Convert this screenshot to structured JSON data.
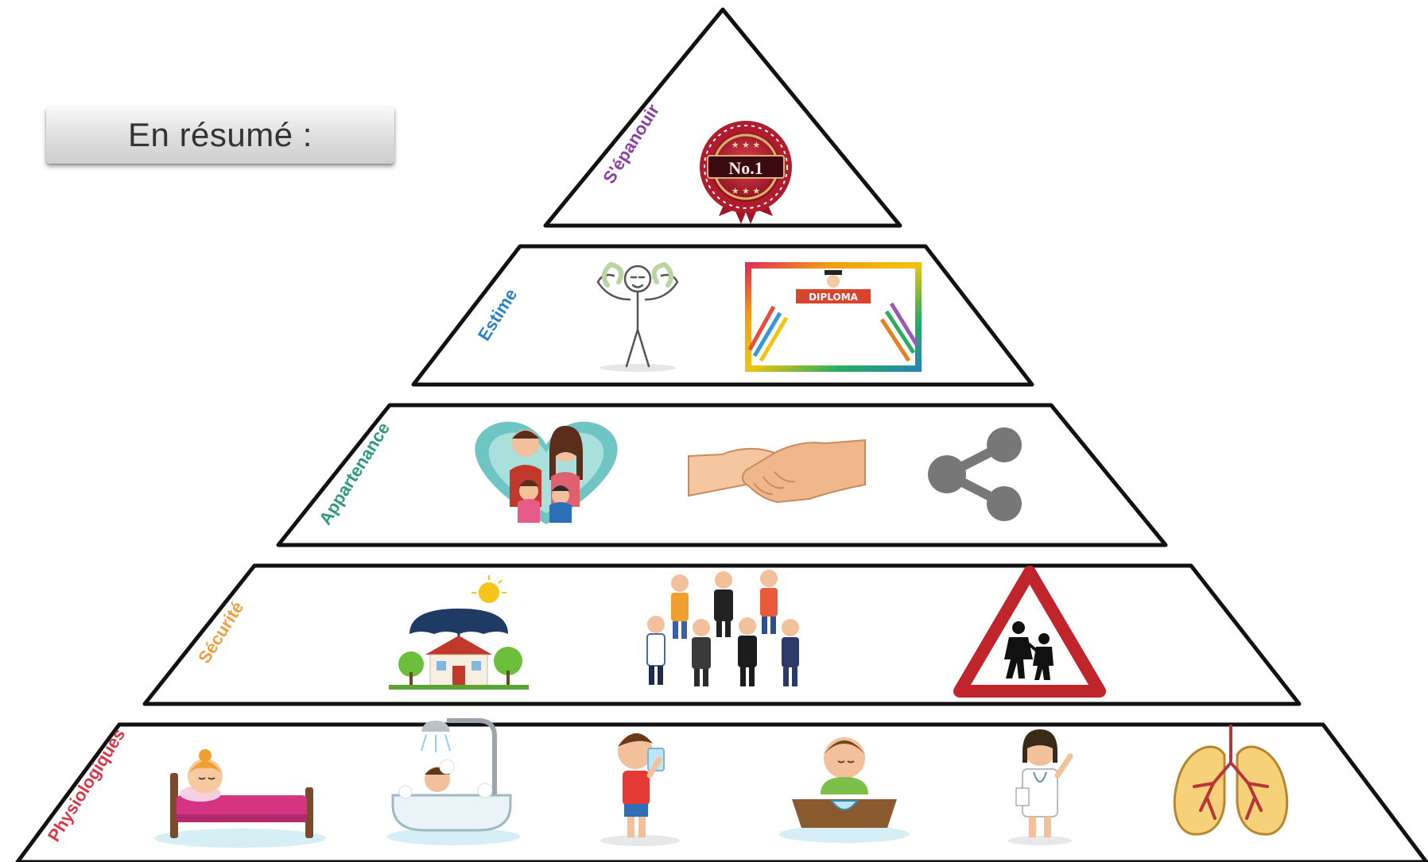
{
  "title": "En résumé :",
  "pyramid": {
    "levels": [
      {
        "label": "S'épanouir",
        "color": "#8c3fa6",
        "badge_text": "No.1",
        "icons": [
          "award-badge-icon"
        ]
      },
      {
        "label": "Estime",
        "color": "#2f80c0",
        "diploma_text": "DIPLOMA",
        "icons": [
          "strong-stick-figure-icon",
          "diploma-icon"
        ]
      },
      {
        "label": "Appartenance",
        "color": "#2f9a80",
        "icons": [
          "family-heart-icon",
          "handshake-icon",
          "share-icon"
        ]
      },
      {
        "label": "Sécurité",
        "color": "#f0a040",
        "icons": [
          "house-umbrella-icon",
          "business-team-icon",
          "school-crossing-sign-icon"
        ]
      },
      {
        "label": "Physiologiques",
        "color": "#d63a4a",
        "icons": [
          "sleeping-bed-icon",
          "bath-shower-icon",
          "drinking-child-icon",
          "eating-child-icon",
          "doctor-icon",
          "lungs-icon"
        ]
      }
    ]
  }
}
